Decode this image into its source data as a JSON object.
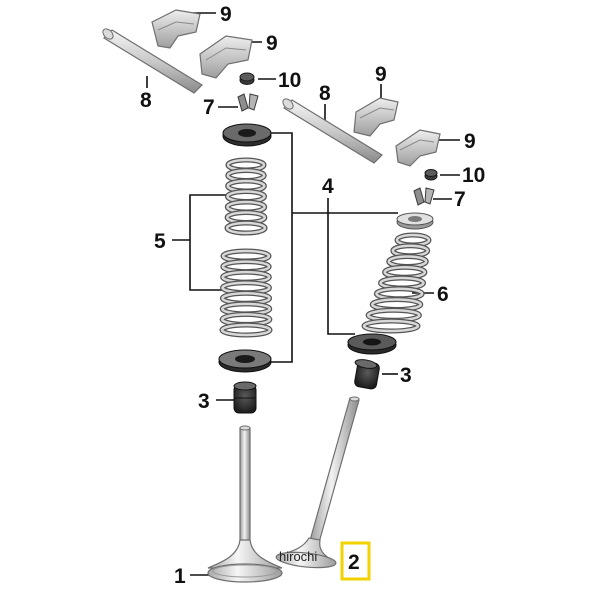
{
  "labels": {
    "p1": "1",
    "p2": "2",
    "p3a": "3",
    "p3b": "3",
    "p4": "4",
    "p5": "5",
    "p6": "6",
    "p7a": "7",
    "p7b": "7",
    "p8a": "8",
    "p8b": "8",
    "p9a": "9",
    "p9b": "9",
    "p9c": "9",
    "p9d": "9",
    "p10a": "10",
    "p10b": "10"
  },
  "watermark": "hirochi",
  "colors": {
    "metal_light": "#e4e4e4",
    "metal_mid": "#c2c2c2",
    "metal_dark": "#7a7a7a",
    "rubber": "#2e2e2e",
    "highlight_box": "#f2d200"
  }
}
